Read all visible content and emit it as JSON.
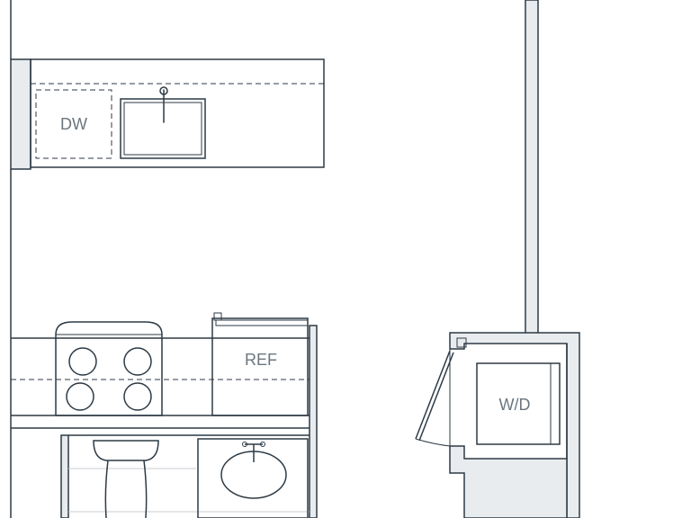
{
  "labels": {
    "dishwasher": "DW",
    "refrigerator": "REF",
    "washer_dryer": "W/D"
  },
  "icons": [
    "kitchen-sink-icon",
    "faucet-icon",
    "cooktop-burner-icon",
    "toilet-icon",
    "bathroom-sink-icon",
    "door-swing-icon"
  ],
  "colors": {
    "line": "#2d3a45",
    "wall_fill": "#e8ecef",
    "label": "#6b7680",
    "tile": "#c8ced3"
  }
}
